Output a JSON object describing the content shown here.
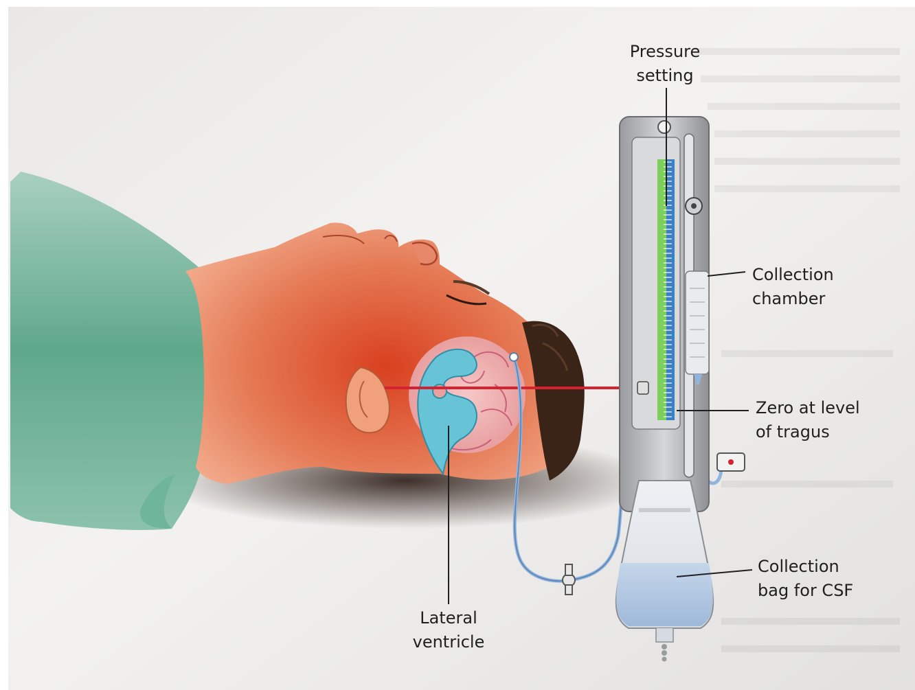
{
  "labels": {
    "pressure_setting": {
      "line1": "Pressure",
      "line2": "setting"
    },
    "collection_chamber": {
      "line1": "Collection",
      "line2": "chamber"
    },
    "zero_level": {
      "line1": "Zero at level",
      "line2": "of tragus"
    },
    "collection_bag": {
      "line1": "Collection",
      "line2": "bag for CSF"
    },
    "lateral_ventricle": {
      "line1": "Lateral",
      "line2": "ventricle"
    }
  },
  "colors": {
    "gown": "#5fa88c",
    "skin": "#e07a52",
    "hair": "#3a2418",
    "ventricle": "#67c3d6",
    "tubing": "#8fb4dd",
    "laser_line": "#d42230",
    "scale_green": "#7ccf5a",
    "scale_blue": "#3c7fc4",
    "device_frame": "#b9babd",
    "bag_fluid": "#b4cbe6"
  }
}
